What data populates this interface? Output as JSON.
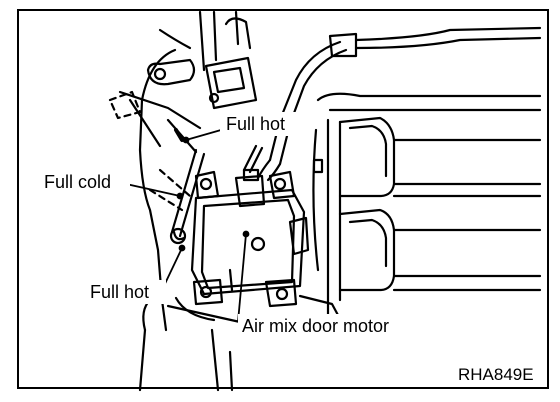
{
  "labels": {
    "full_hot_upper": "Full hot",
    "full_cold": "Full cold",
    "full_hot_lower": "Full hot",
    "motor": "Air mix door motor",
    "figure_code": "RHA849E"
  },
  "colors": {
    "ink": "#000000",
    "paper": "#ffffff"
  }
}
